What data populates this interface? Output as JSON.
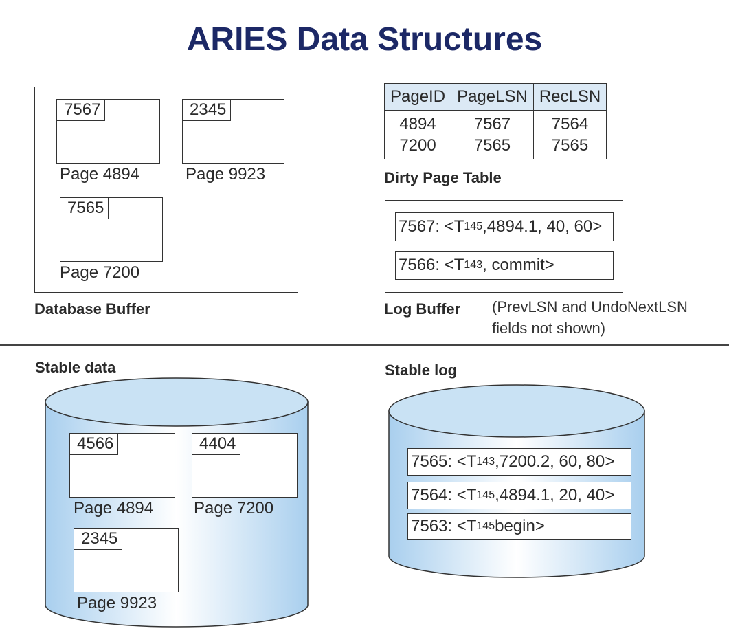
{
  "title": "ARIES Data Structures",
  "database_buffer": {
    "label": "Database Buffer",
    "pages": [
      {
        "lsn": "7567",
        "label": "Page 4894"
      },
      {
        "lsn": "2345",
        "label": "Page 9923"
      },
      {
        "lsn": "7565",
        "label": "Page 7200"
      }
    ]
  },
  "dirty_page_table": {
    "label": "Dirty Page Table",
    "columns": [
      "PageID",
      "PageLSN",
      "RecLSN"
    ],
    "rows": [
      [
        "4894",
        "7567",
        "7564"
      ],
      [
        "7200",
        "7565",
        "7565"
      ]
    ]
  },
  "log_buffer": {
    "label": "Log Buffer",
    "note_line1": "(PrevLSN and UndoNextLSN",
    "note_line2": "fields not shown)",
    "records": [
      {
        "pre": "7567: <T",
        "sub": "145",
        "post": ",4894.1, 40, 60>"
      },
      {
        "pre": "7566: <T",
        "sub": "143",
        "post": ", commit>"
      }
    ]
  },
  "stable_data": {
    "label": "Stable data",
    "pages": [
      {
        "lsn": "4566",
        "label": "Page 4894"
      },
      {
        "lsn": "4404",
        "label": "Page 7200"
      },
      {
        "lsn": "2345",
        "label": "Page 9923"
      }
    ]
  },
  "stable_log": {
    "label": "Stable log",
    "records": [
      {
        "pre": "7565: <T",
        "sub": "143",
        "post": ",7200.2, 60, 80>"
      },
      {
        "pre": "7564: <T",
        "sub": "145",
        "post": ",4894.1, 20, 40>"
      },
      {
        "pre": "7563: <T",
        "sub": "145",
        "post": "begin>"
      }
    ]
  },
  "colors": {
    "title": "#1c2866",
    "cylinder_fill_top": "#ffffff",
    "cylinder_fill_bottom": "#b9d8f0",
    "table_header": "#dbe9f5"
  }
}
